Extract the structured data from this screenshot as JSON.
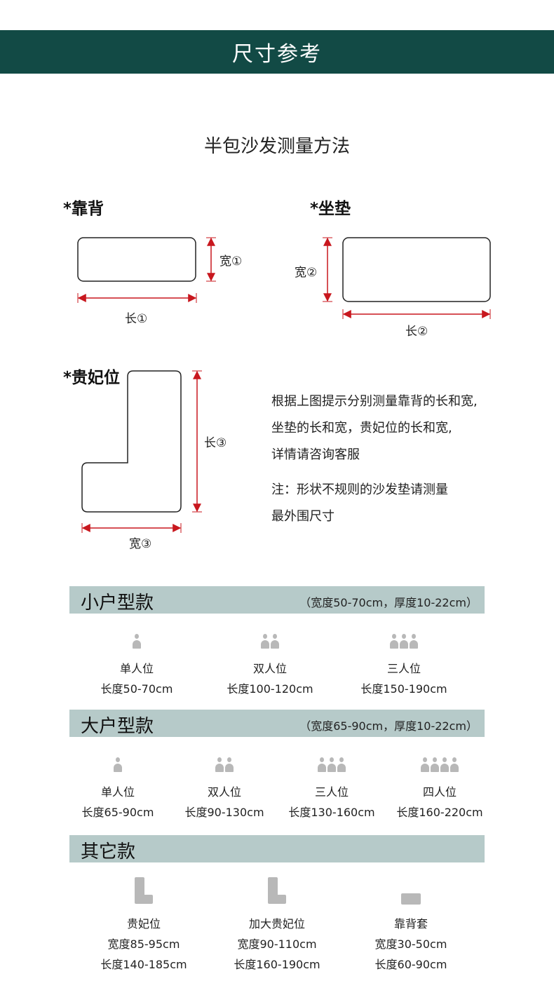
{
  "banner": {
    "title": "尺寸参考"
  },
  "method": {
    "title": "半包沙发测量方法",
    "backrest": {
      "label": "*靠背",
      "width": "宽①",
      "length": "长①"
    },
    "cushion": {
      "label": "*坐垫",
      "width": "宽②",
      "length": "长②"
    },
    "chaise": {
      "label": "*贵妃位",
      "length": "长③",
      "width": "宽③"
    },
    "note": {
      "line1": "根据上图提示分别测量靠背的长和宽,",
      "line2": "坐垫的长和宽，贵妃位的长和宽,",
      "line3": "详情请咨询客服",
      "line4": "注：形状不规则的沙发垫请测量",
      "line5": "最外围尺寸"
    }
  },
  "small": {
    "title": "小户型款",
    "note": "（宽度50-70cm，厚度10-22cm）",
    "items": [
      {
        "name": "单人位",
        "size": "长度50-70cm",
        "persons": 1
      },
      {
        "name": "双人位",
        "size": "长度100-120cm",
        "persons": 2
      },
      {
        "name": "三人位",
        "size": "长度150-190cm",
        "persons": 3
      }
    ]
  },
  "large": {
    "title": "大户型款",
    "note": "（宽度65-90cm，厚度10-22cm）",
    "items": [
      {
        "name": "单人位",
        "size": "长度65-90cm",
        "persons": 1
      },
      {
        "name": "双人位",
        "size": "长度90-130cm",
        "persons": 2
      },
      {
        "name": "三人位",
        "size": "长度130-160cm",
        "persons": 3
      },
      {
        "name": "四人位",
        "size": "长度160-220cm",
        "persons": 4
      }
    ]
  },
  "other": {
    "title": "其它款",
    "items": [
      {
        "name": "贵妃位",
        "width": "宽度85-95cm",
        "length": "长度140-185cm",
        "icon": "l-shape-icon"
      },
      {
        "name": "加大贵妃位",
        "width": "宽度90-110cm",
        "length": "长度160-190cm",
        "icon": "l-shape-icon"
      },
      {
        "name": "靠背套",
        "width": "宽度30-50cm",
        "length": "长度60-90cm",
        "icon": "rectangle-icon"
      }
    ]
  },
  "colors": {
    "banner": "#124a45",
    "bar": "#b6cac9",
    "dimension": "#c8171e",
    "icon": "#b8b8b8"
  }
}
